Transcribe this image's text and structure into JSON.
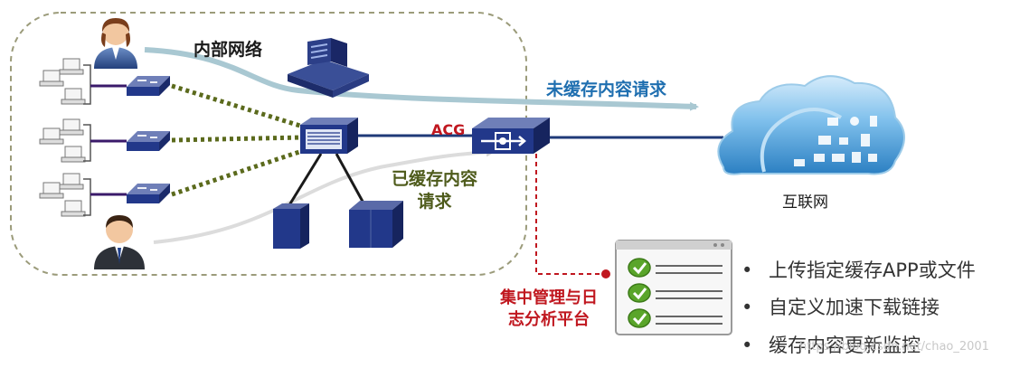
{
  "labels": {
    "internal_network": "内部网络",
    "uncached_request": "未缓存内容请求",
    "acg": "ACG",
    "cached_request_line1": "已缓存内容",
    "cached_request_line2": "请求",
    "internet": "互联网",
    "mgmt_line1": "集中管理与日",
    "mgmt_line2": "志分析平台"
  },
  "features": [
    "上传指定缓存APP或文件",
    "自定义加速下载链接",
    "缓存内容更新监控"
  ],
  "bullet_symbol": "•",
  "bottom_text": "",
  "watermark": "https://blog.csdn.net/chao_2001",
  "colors": {
    "internal_link": "#1f3a78",
    "dotted_link": "#5b6a1c",
    "uncached_arrow": "#a9c8d2",
    "cached_arrow": "#dcdcdc",
    "mgmt_dashed": "#c0171f",
    "boundary_dashed": "#9b9b7a",
    "device_blue": "#22388a",
    "cloud_blue": "#4a9fd6",
    "check_green": "#5aa52a"
  }
}
